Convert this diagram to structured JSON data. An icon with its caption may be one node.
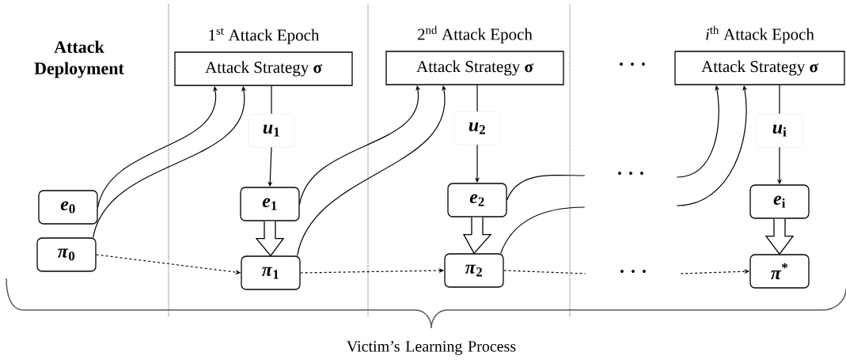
{
  "diagram": {
    "nodes": [
      {
        "text": [
          "*e*$_{0}$"
        ]
      },
      {
        "text": [
          "*π*$_{0}$"
        ]
      },
      {
        "text": [
          "1$^{st}$ Attack Epoch",
          "Attack Strategy **σ**"
        ]
      },
      {
        "text": [
          "*u*$_{1}$"
        ]
      },
      {
        "text": [
          "*e*$_{1}$"
        ]
      },
      {
        "text": [
          "*π*$_{1}$"
        ]
      },
      {
        "text": [
          "2$^{nd}$ Attack Epoch",
          "Attack Strategy **σ**"
        ]
      },
      {
        "text": [
          "*u*$_{2}$"
        ]
      },
      {
        "text": [
          "*e*$_{2}$"
        ]
      },
      {
        "text": [
          "*π*$_{2}$"
        ]
      },
      {
        "text": [
          "· · ·"
        ]
      },
      {
        "text": [
          "· · ·"
        ]
      },
      {
        "text": [
          "· · ·"
        ]
      },
      {
        "text": [
          "*i*$^{th}$ Attack Epoch",
          "Attack Strategy **σ**"
        ]
      },
      {
        "text": [
          "*u*$_{i}$"
        ]
      },
      {
        "text": [
          "*e*$_{i}$"
        ]
      },
      {
        "text": [
          "*π*$^{*}$"
        ]
      }
    ],
    "edges": [
      {
        "from": 0,
        "to": 2,
        "arrow": "to"
      },
      {
        "from": 1,
        "to": 2,
        "arrow": "to"
      },
      {
        "from": 2,
        "to": 3,
        "arrow": "none"
      },
      {
        "from": 3,
        "to": 4,
        "arrow": "to"
      },
      {
        "from": 4,
        "to": 5,
        "arrow": "to",
        "style": "thick"
      },
      {
        "from": 1,
        "to": 5,
        "arrow": "to",
        "style": "dashed"
      },
      {
        "from": 4,
        "to": 6,
        "arrow": "to"
      },
      {
        "from": 5,
        "to": 6,
        "arrow": "to"
      },
      {
        "from": 6,
        "to": 7,
        "arrow": "none"
      },
      {
        "from": 7,
        "to": 8,
        "arrow": "to"
      },
      {
        "from": 8,
        "to": 9,
        "arrow": "to",
        "style": "thick"
      },
      {
        "from": 5,
        "to": 9,
        "arrow": "to",
        "style": "dashed"
      },
      {
        "from": 8,
        "to": 11,
        "arrow": "none"
      },
      {
        "from": 9,
        "to": 11,
        "arrow": "none"
      },
      {
        "from": 11,
        "to": 13,
        "arrow": "to"
      },
      {
        "from": 11,
        "to": 13,
        "arrow": "to"
      },
      {
        "from": 9,
        "to": 12,
        "arrow": "none",
        "style": "dashed"
      },
      {
        "from": 12,
        "to": 16,
        "arrow": "to",
        "style": "dashed"
      },
      {
        "from": 13,
        "to": 14,
        "arrow": "none"
      },
      {
        "from": 14,
        "to": 15,
        "arrow": "to"
      },
      {
        "from": 15,
        "to": 16,
        "arrow": "to",
        "style": "thick"
      }
    ],
    "labels": [
      "**Attack Deployment**",
      "Victim’s Learning Process"
    ]
  }
}
